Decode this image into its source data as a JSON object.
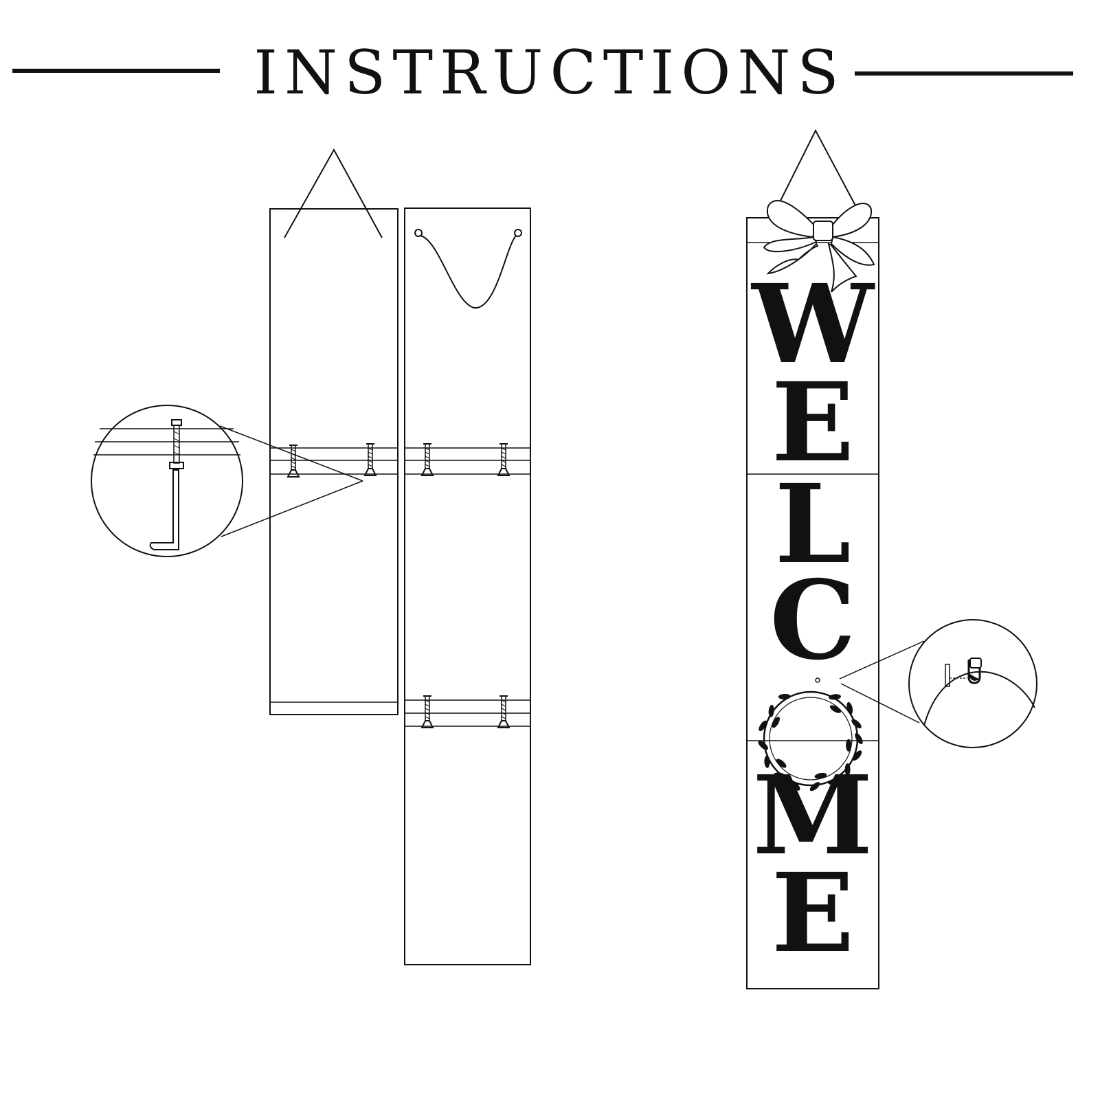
{
  "title": "INSTRUCTIONS",
  "sign_letters": [
    "W",
    "E",
    "L",
    "C",
    "O",
    "M",
    "E"
  ],
  "colors": {
    "ink": "#111111",
    "background": "#ffffff"
  },
  "icons": [
    "bow-icon",
    "wreath-icon",
    "bolt-icon",
    "hex-key-icon",
    "wall-hook-icon",
    "hanging-rope-icon"
  ]
}
